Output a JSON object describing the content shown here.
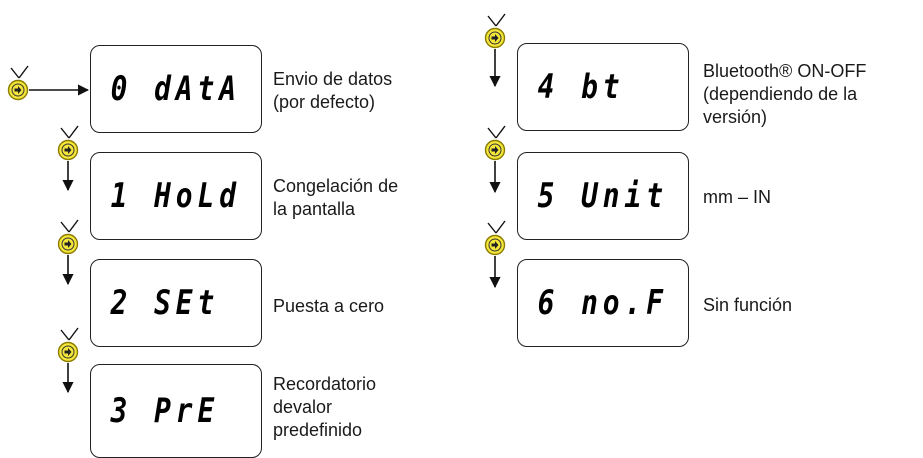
{
  "colors": {
    "button_fill": "#f5e63a",
    "button_stroke": "#8a7d00",
    "line": "#111111"
  },
  "button_icon": "mode-button-icon",
  "left_column": [
    {
      "display": "0 dAtA",
      "description": "Envio de datos\n(por defecto)"
    },
    {
      "display": "1 HoLd",
      "description": "Congelación de\nla pantalla"
    },
    {
      "display": "2 SEt",
      "description": "Puesta a cero"
    },
    {
      "display": "3 PrE",
      "description": "Recordatorio\ndevalor\npredefinido"
    }
  ],
  "right_column": [
    {
      "display": "4 bt",
      "description": "Bluetooth® ON-OFF\n(dependiendo de la\nversión)"
    },
    {
      "display": "5 Unit",
      "description": "mm – IN"
    },
    {
      "display": "6 no.F",
      "description": "Sin función"
    }
  ]
}
